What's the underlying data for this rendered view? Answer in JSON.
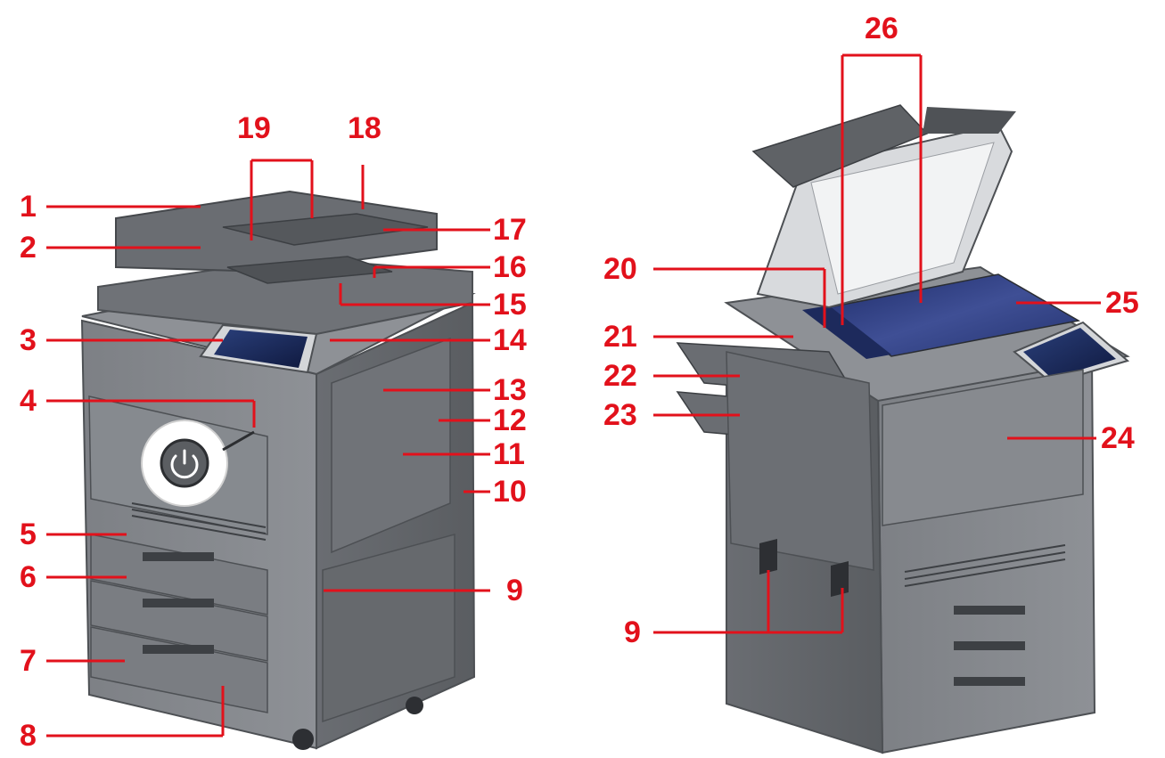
{
  "colors": {
    "callout": "#e2111b",
    "body_dark": "#5f6266",
    "body_mid": "#7b7e83",
    "body_light": "#9a9da2",
    "glass": "#2b3a78",
    "screen": "#1c2c5e",
    "background": "#ffffff"
  },
  "callouts": [
    "1",
    "2",
    "3",
    "4",
    "5",
    "6",
    "7",
    "8",
    "9",
    "10",
    "11",
    "12",
    "13",
    "14",
    "15",
    "16",
    "17",
    "18",
    "19",
    "20",
    "21",
    "22",
    "23",
    "24",
    "25",
    "26"
  ],
  "callout_9_right": "9",
  "icons": {
    "power_button": "power-icon"
  }
}
